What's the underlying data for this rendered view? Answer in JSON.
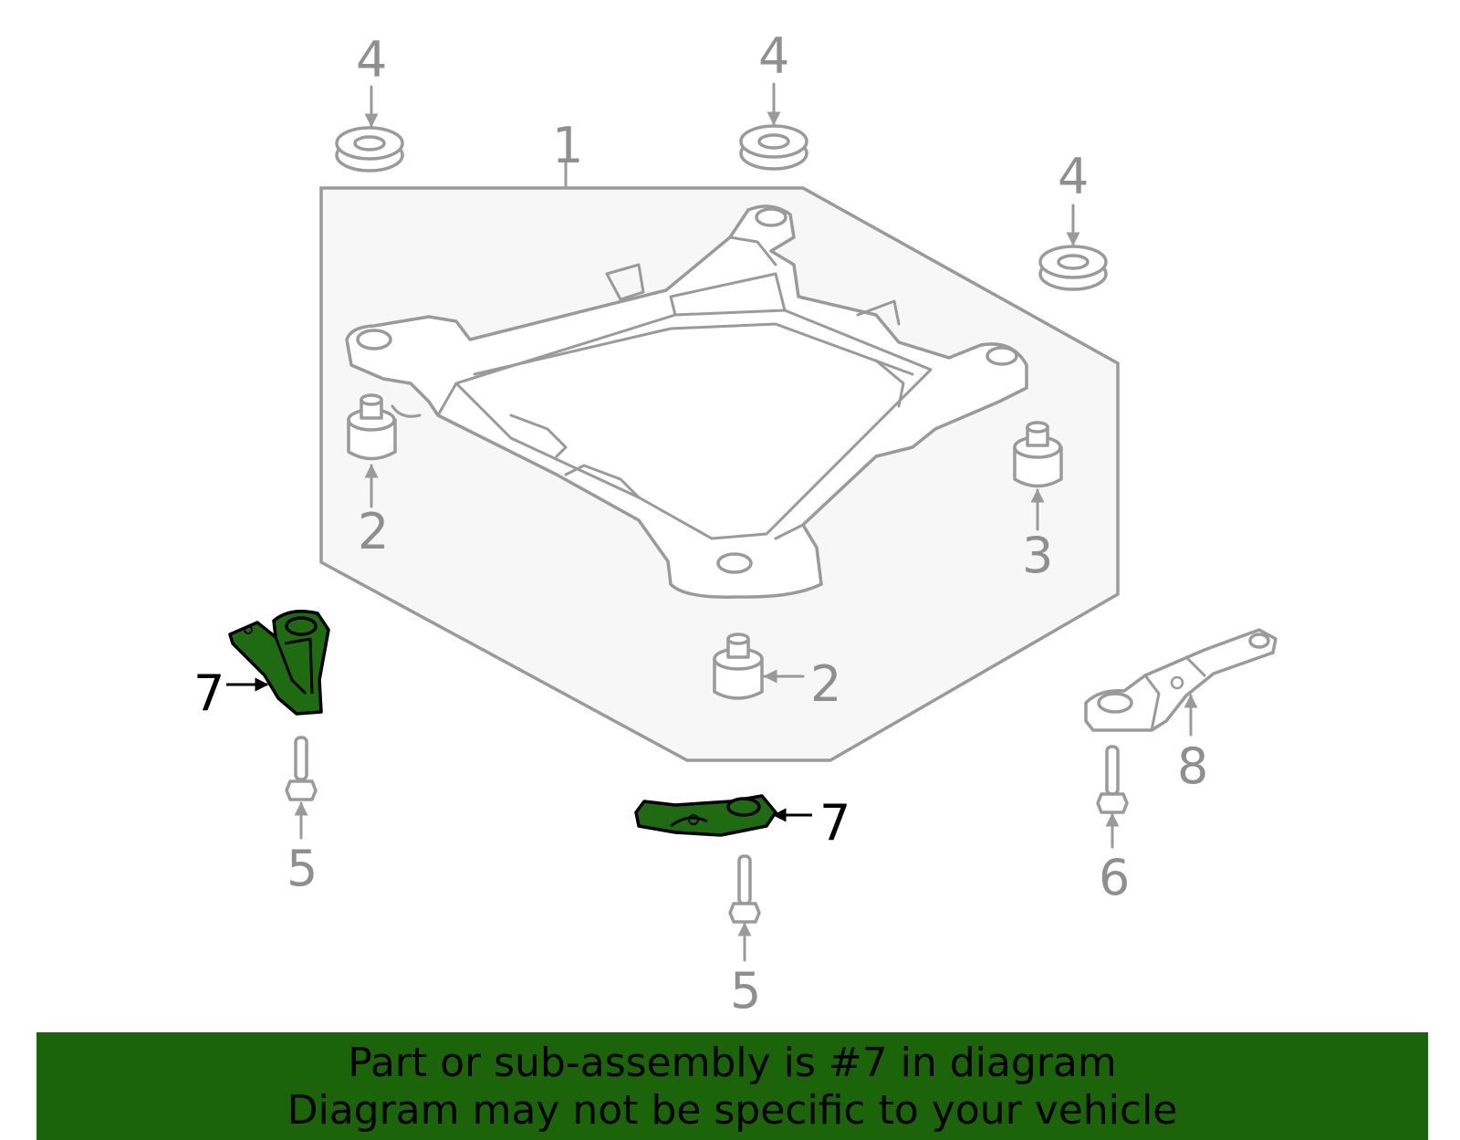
{
  "callouts": {
    "c1": "1",
    "c2a": "2",
    "c2b": "2",
    "c3": "3",
    "c4a": "4",
    "c4b": "4",
    "c4c": "4",
    "c5a": "5",
    "c5b": "5",
    "c6": "6",
    "c7a": "7",
    "c7b": "7",
    "c8": "8"
  },
  "banner": {
    "line1": "Part or sub-assembly is #7 in diagram",
    "line2": "Diagram may not be specific to your vehicle"
  },
  "colors": {
    "highlight": "#1f6b12",
    "banner": "#1b6409",
    "line": "#9a9a9a"
  }
}
